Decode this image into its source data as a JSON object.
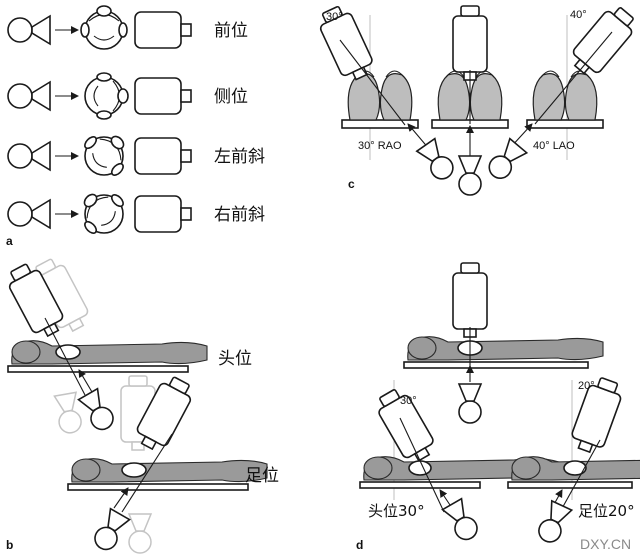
{
  "panels": {
    "a": {
      "label": "a",
      "rows": [
        {
          "label": "前位"
        },
        {
          "label": "侧位"
        },
        {
          "label": "左前斜"
        },
        {
          "label": "右前斜"
        }
      ]
    },
    "b": {
      "label": "b",
      "labels": {
        "head": "头位",
        "foot": "足位"
      }
    },
    "c": {
      "label": "c",
      "angles": {
        "left": "30°",
        "right": "40°"
      },
      "labels": {
        "rao": "30° RAO",
        "lao": "40° LAO"
      }
    },
    "d": {
      "label": "d",
      "angles": {
        "left": "30°",
        "right": "20°"
      },
      "labels": {
        "head": "头位30°",
        "foot": "足位20°"
      }
    }
  },
  "watermark": "DXY.CN",
  "colors": {
    "ink": "#1a1a1a",
    "body_fill": "#9a9a9a",
    "ghost": "#c4c4c4",
    "foot_fill": "#bdbdbd"
  }
}
